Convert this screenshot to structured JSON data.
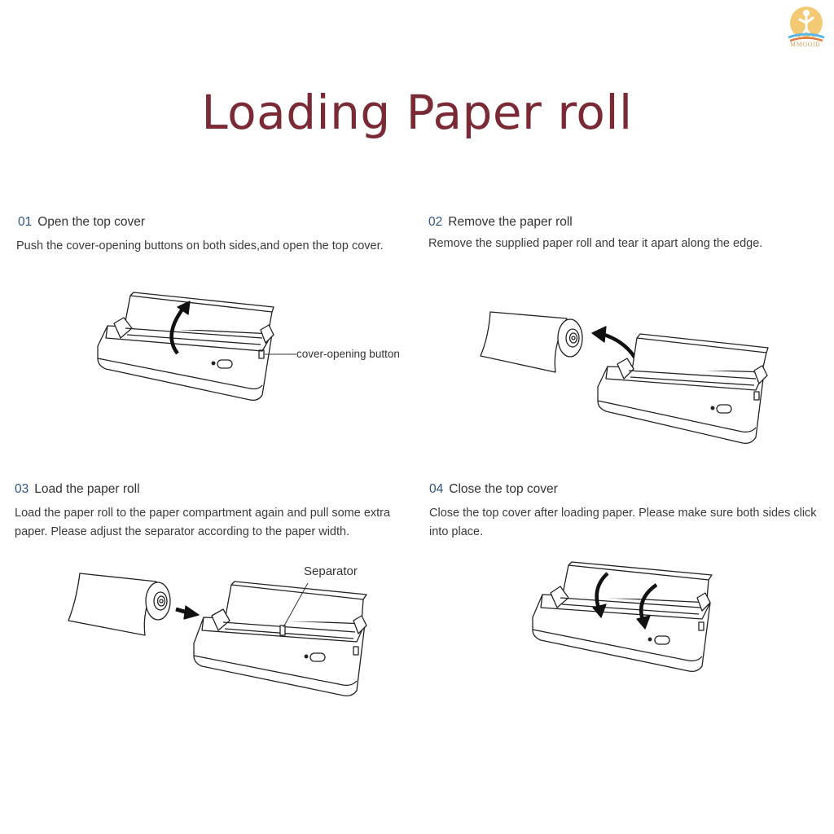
{
  "title": "Loading Paper roll",
  "brand": {
    "logo_text": "MMOOID",
    "colors": [
      "#f2c05a",
      "#5bb6e8",
      "#e27d3e"
    ]
  },
  "accent_color": "#7a2a34",
  "number_color": "#2f5486",
  "steps": [
    {
      "num": "01",
      "heading": "Open the top cover",
      "desc": "Push the cover-opening buttons on both sides,and open the top cover.",
      "callout": "cover-opening button",
      "icon": "printer-open-cover-icon"
    },
    {
      "num": "02",
      "heading": "Remove the paper roll",
      "desc": "Remove the supplied paper roll and tear it apart along the edge.",
      "icon": "printer-remove-roll-icon"
    },
    {
      "num": "03",
      "heading": "Load the paper roll",
      "desc": "Load the paper roll to the paper compartment again and pull some extra paper. Please adjust the separator according to the paper width.",
      "callout": "Separator",
      "icon": "printer-load-roll-icon"
    },
    {
      "num": "04",
      "heading": "Close the top cover",
      "desc": "Close the top cover after loading paper. Please make sure both sides click into place.",
      "icon": "printer-close-cover-icon"
    }
  ]
}
